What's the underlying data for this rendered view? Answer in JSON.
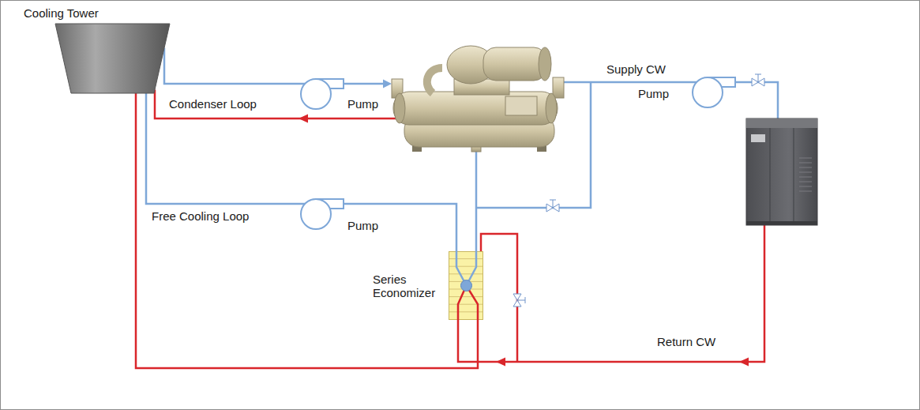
{
  "diagram": {
    "nodes": [
      {
        "text": [
          "Cooling Tower"
        ]
      },
      {
        "text": [
          "Pump"
        ]
      },
      {
        "text": [
          "Pump"
        ]
      },
      {
        "text": [
          "Pump"
        ]
      },
      {
        "text": [
          "Series Economizer"
        ]
      }
    ],
    "edges": [
      {
        "from": 0,
        "to": 1,
        "arrow": "none"
      },
      {
        "from": 0,
        "to": 3,
        "arrow": "none"
      },
      {
        "from": 3,
        "to": 4,
        "arrow": "none"
      },
      {
        "from": 4,
        "to": 0,
        "arrow": "none"
      }
    ],
    "labels": [
      "Condenser Loop",
      "Supply CW",
      "Free Cooling Loop",
      "Return CW"
    ]
  }
}
